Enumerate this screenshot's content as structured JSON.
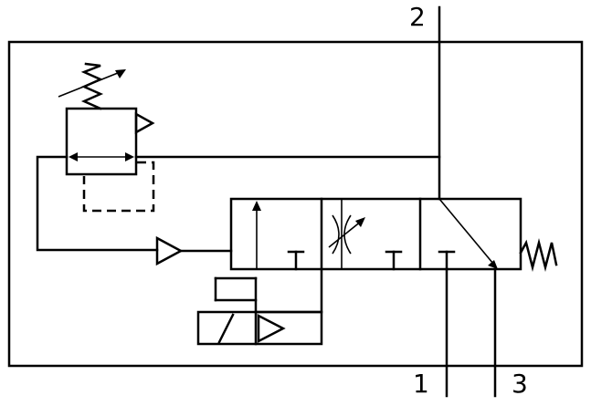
{
  "ports": {
    "port_2": "2",
    "port_1": "1",
    "port_3": "3"
  },
  "colors": {
    "line": "#000000",
    "background": "#ffffff"
  }
}
